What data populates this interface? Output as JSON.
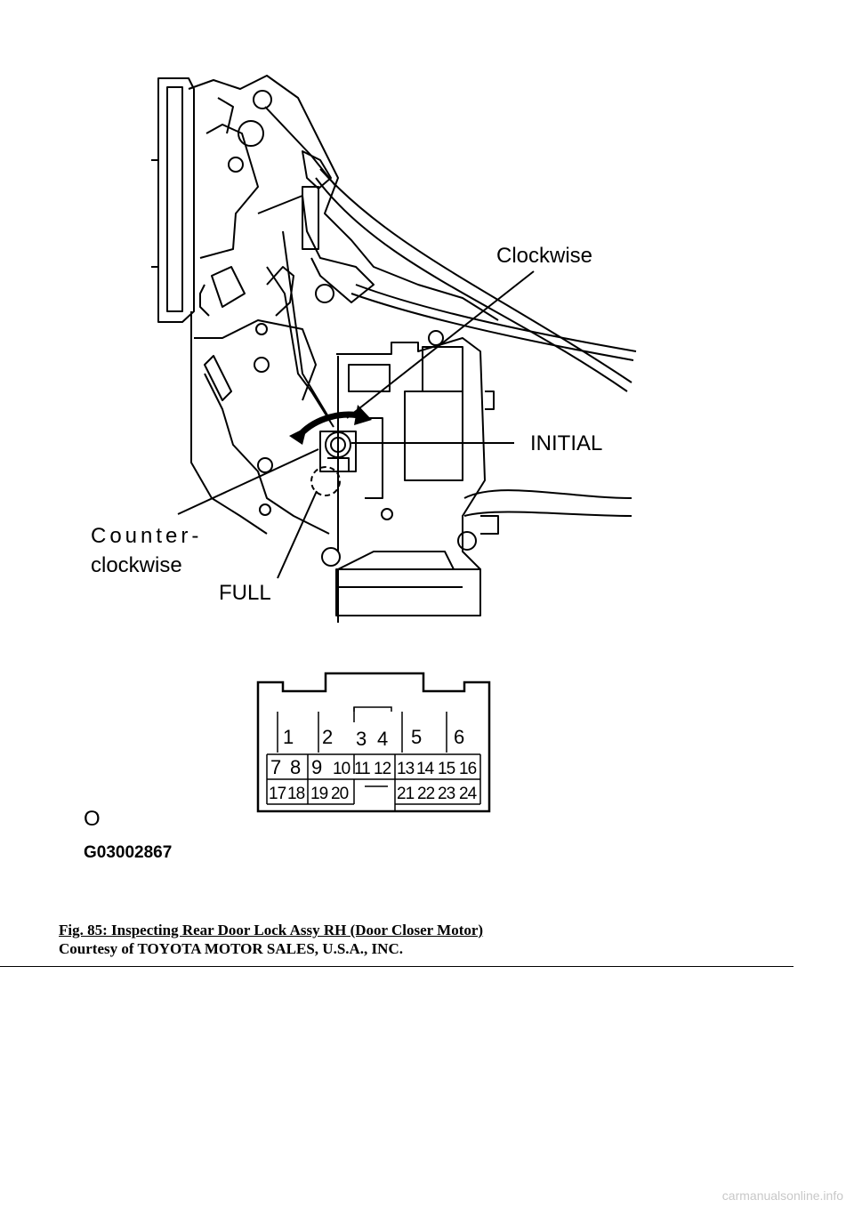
{
  "figure": {
    "callouts": {
      "clockwise": "Clockwise",
      "initial": "INITIAL",
      "counter_line1": "Counter-",
      "counter_line2": "clockwise",
      "full": "FULL"
    },
    "connector": {
      "top_pins": [
        "1",
        "2",
        "3",
        "4",
        "5",
        "6"
      ],
      "mid_pins": [
        "7",
        "8",
        "9",
        "10",
        "11",
        "12",
        "13",
        "14",
        "15",
        "16"
      ],
      "bottom_pins": [
        "17",
        "18",
        "19",
        "20",
        "21",
        "22",
        "23",
        "24"
      ]
    },
    "mark": "O",
    "graphic_code": "G03002867"
  },
  "caption": {
    "title": "Fig. 85: Inspecting Rear Door Lock Assy RH (Door Closer Motor)",
    "courtesy": "Courtesy of TOYOTA MOTOR SALES, U.S.A., INC."
  },
  "watermark": "carmanualsonline.info"
}
